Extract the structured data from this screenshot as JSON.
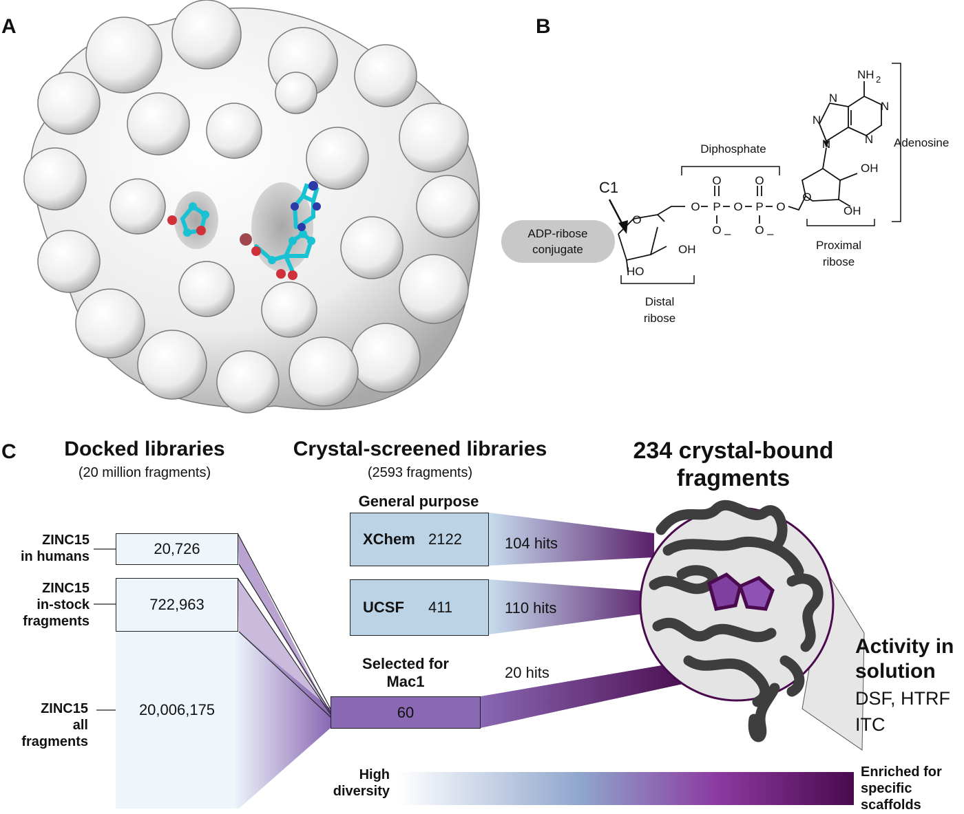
{
  "panels": {
    "a": "A",
    "b": "B",
    "c": "C"
  },
  "panel_b": {
    "c1_label": "C1",
    "conjugate": [
      "ADP-ribose",
      "conjugate"
    ],
    "diphosphate": "Diphosphate",
    "adenosine": "Adenosine",
    "distal_ribose": [
      "Distal",
      "ribose"
    ],
    "proximal_ribose": [
      "Proximal",
      "ribose"
    ],
    "atoms": {
      "o": "O",
      "p": "P",
      "oh": "OH",
      "ho": "HO",
      "n": "N",
      "nh": "NH",
      "sub2": "2",
      "minus": "–"
    }
  },
  "panel_c": {
    "docked": {
      "title": "Docked libraries",
      "subtitle": "(20 million fragments)"
    },
    "crystal_screened": {
      "title": "Crystal-screened libraries",
      "subtitle": "(2593 fragments)"
    },
    "bound": {
      "title": [
        "234 crystal-bound",
        "fragments"
      ]
    },
    "zinc_humans": {
      "label": [
        "ZINC15",
        "in humans"
      ],
      "count": "20,726"
    },
    "zinc_instock": {
      "label": [
        "ZINC15",
        "in-stock",
        "fragments"
      ],
      "count": "722,963"
    },
    "zinc_all": {
      "label": [
        "ZINC15",
        "all",
        "fragments"
      ],
      "count": "20,006,175"
    },
    "general_purpose": "General purpose",
    "xchem": {
      "name": "XChem",
      "count": "2122",
      "hits": "104 hits"
    },
    "ucsf": {
      "name": "UCSF",
      "count": "411",
      "hits": "110 hits"
    },
    "selected": {
      "label": [
        "Selected for",
        "Mac1"
      ],
      "count": "60",
      "hits": "20 hits"
    },
    "activity": {
      "title": [
        "Activity in",
        "solution"
      ],
      "methods": [
        "DSF, HTRF",
        "ITC"
      ]
    },
    "gradient": {
      "left": [
        "High",
        "diversity"
      ],
      "right": [
        "Enriched for",
        "specific",
        "scaffolds"
      ]
    }
  },
  "colors": {
    "box_blue": "#bcd3e6",
    "box_light": "#eef5fb",
    "mac1_purple": "#8a68b3",
    "deep_purple": "#4a0a4e",
    "gradient_mid": "#8c3aa0"
  },
  "icons": [
    "protein-surface-image",
    "ligand-sticks",
    "protein-cartoon-icon",
    "fragment-ring-icon"
  ]
}
